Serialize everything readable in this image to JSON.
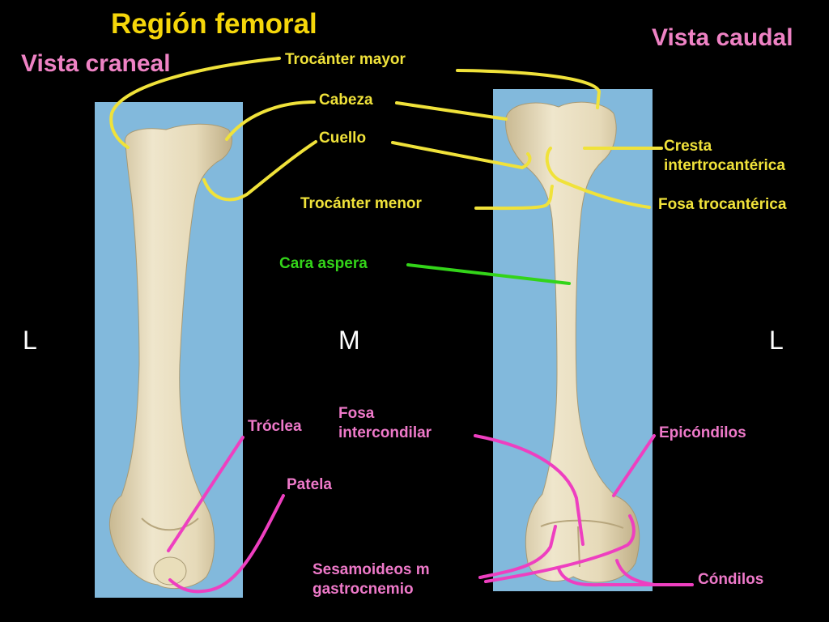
{
  "title": "Región femoral",
  "views": {
    "cranial": "Vista craneal",
    "caudal": "Vista caudal"
  },
  "orientation": {
    "left": "L",
    "middle": "M",
    "right": "L"
  },
  "labels": {
    "trochanter_major": "Trocánter mayor",
    "head": "Cabeza",
    "neck": "Cuello",
    "trochanter_minor": "Trocánter menor",
    "crest_line1": "Cresta",
    "crest_line2": "intertrocantérica",
    "trochanteric_fossa": "Fosa trocantérica",
    "rough_face": "Cara aspera",
    "intercondylar_line1": "Fosa",
    "intercondylar_line2": "intercondilar",
    "trochlea": "Tróclea",
    "epicondyles": "Epicóndilos",
    "patella": "Patela",
    "sesamoid_line1": "Sesamoideos m",
    "sesamoid_line2": "gastrocnemio",
    "condyles": "Cóndilos"
  },
  "colors": {
    "background": "#000000",
    "title": "#f5d60a",
    "view_title": "#ee82c4",
    "leader_proximal": "#f0e23a",
    "leader_shaft": "#33d419",
    "leader_distal": "#ee3fc0",
    "photo_panel": "#82b9dc",
    "bone": "#e7dcbe"
  }
}
